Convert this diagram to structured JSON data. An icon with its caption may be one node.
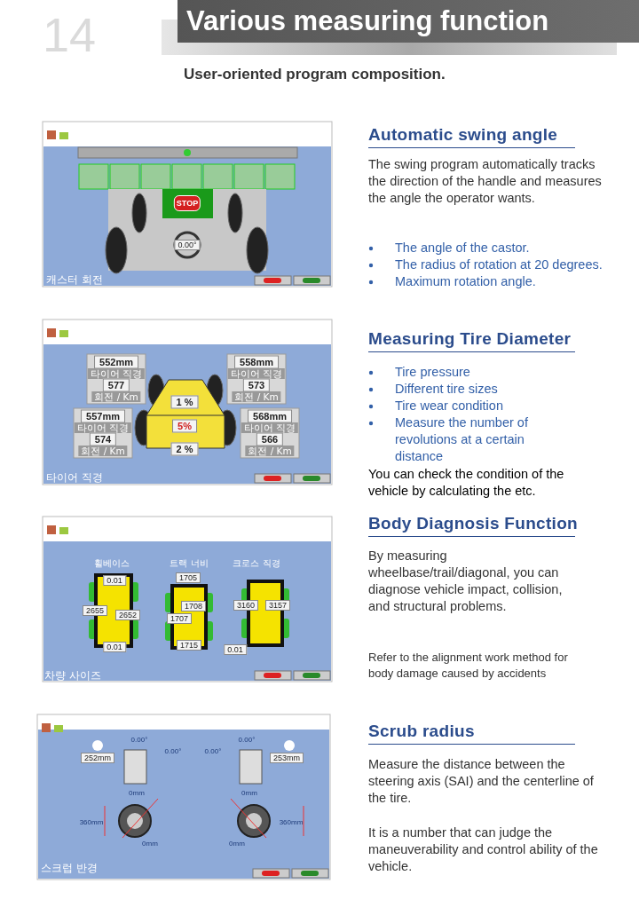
{
  "diagram": {
    "title": "Various measuring function",
    "labels": [
      "14",
      "User-oriented program composition.",
      "STOP",
      "0.00°",
      "캐스터 회전",
      "Automatic swing angle",
      "The swing program automatically tracks the direction of the handle and measures the angle the operator wants.",
      "The angle of the castor.",
      "The radius of rotation at 20 degrees.",
      "Maximum rotation angle.",
      "552mm",
      "타이어 직경",
      "577",
      "회전 / Km",
      "558mm",
      "타이어 직경",
      "573",
      "회전 / Km",
      "1 %",
      "557mm",
      "타이어 직경",
      "574",
      "회전 / Km",
      "5%",
      "2 %",
      "568mm",
      "타이어 직경",
      "566",
      "회전 / Km",
      "타이어 직경",
      "Measuring Tire Diameter",
      "Tire pressure",
      "Different tire sizes",
      "Tire wear condition",
      "Measure the number of revolutions at a certain distance",
      "You can check the condition of the vehicle by calculating the etc.",
      "휠베이스",
      "트랙 너비",
      "크로스 직경",
      "0.01",
      "1705",
      "2655",
      "2652",
      "1708",
      "3160",
      "3157",
      "1707",
      "0.01",
      "1715",
      "0.01",
      "차량 사이즈",
      "Body Diagnosis Function",
      "By measuring wheelbase/trail/diagonal, you can diagnose vehicle impact, collision, and structural problems.",
      "Refer to the alignment work method for body damage caused by accidents",
      "0.00°",
      "0.00°",
      "252mm",
      "0.00°",
      "0.00°",
      "253mm",
      "0mm",
      "0mm",
      "360mm",
      "360mm",
      "0mm",
      "0mm",
      "스크럽 반경",
      "Scrub radius",
      "Measure the distance between the steering axis (SAI) and the centerline of the tire.",
      "It is a number that can judge the maneuverability and control ability of the vehicle."
    ]
  }
}
